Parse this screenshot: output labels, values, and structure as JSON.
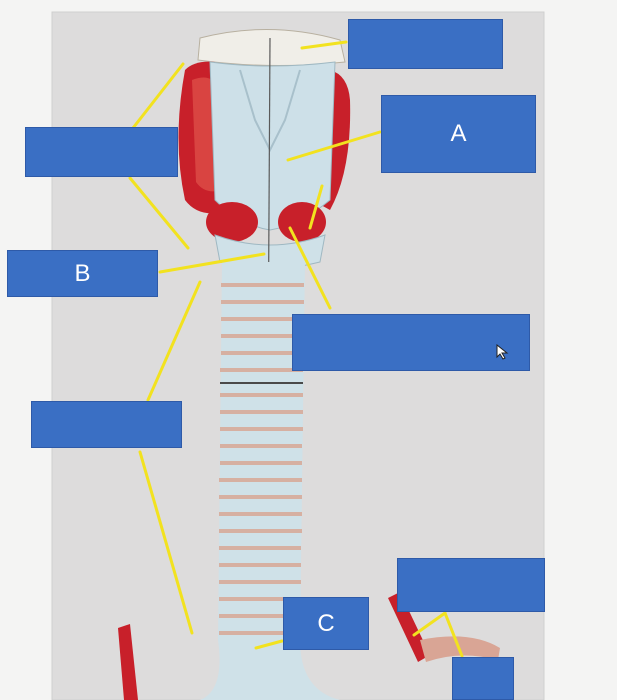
{
  "labels": {
    "top": "",
    "a": "A",
    "left_upper": "",
    "b": "B",
    "middle": "",
    "left_lower": "",
    "c": "C",
    "bottom_right_upper": "",
    "bottom_right_lower": ""
  },
  "colors": {
    "label_box": "#3a6fc4",
    "leader_line": "#f2e21f",
    "cartilage": "#cfe1e8",
    "muscle": "#c8202a",
    "background": "#f4f4f3"
  },
  "icons": [
    "mouse-cursor-icon"
  ]
}
